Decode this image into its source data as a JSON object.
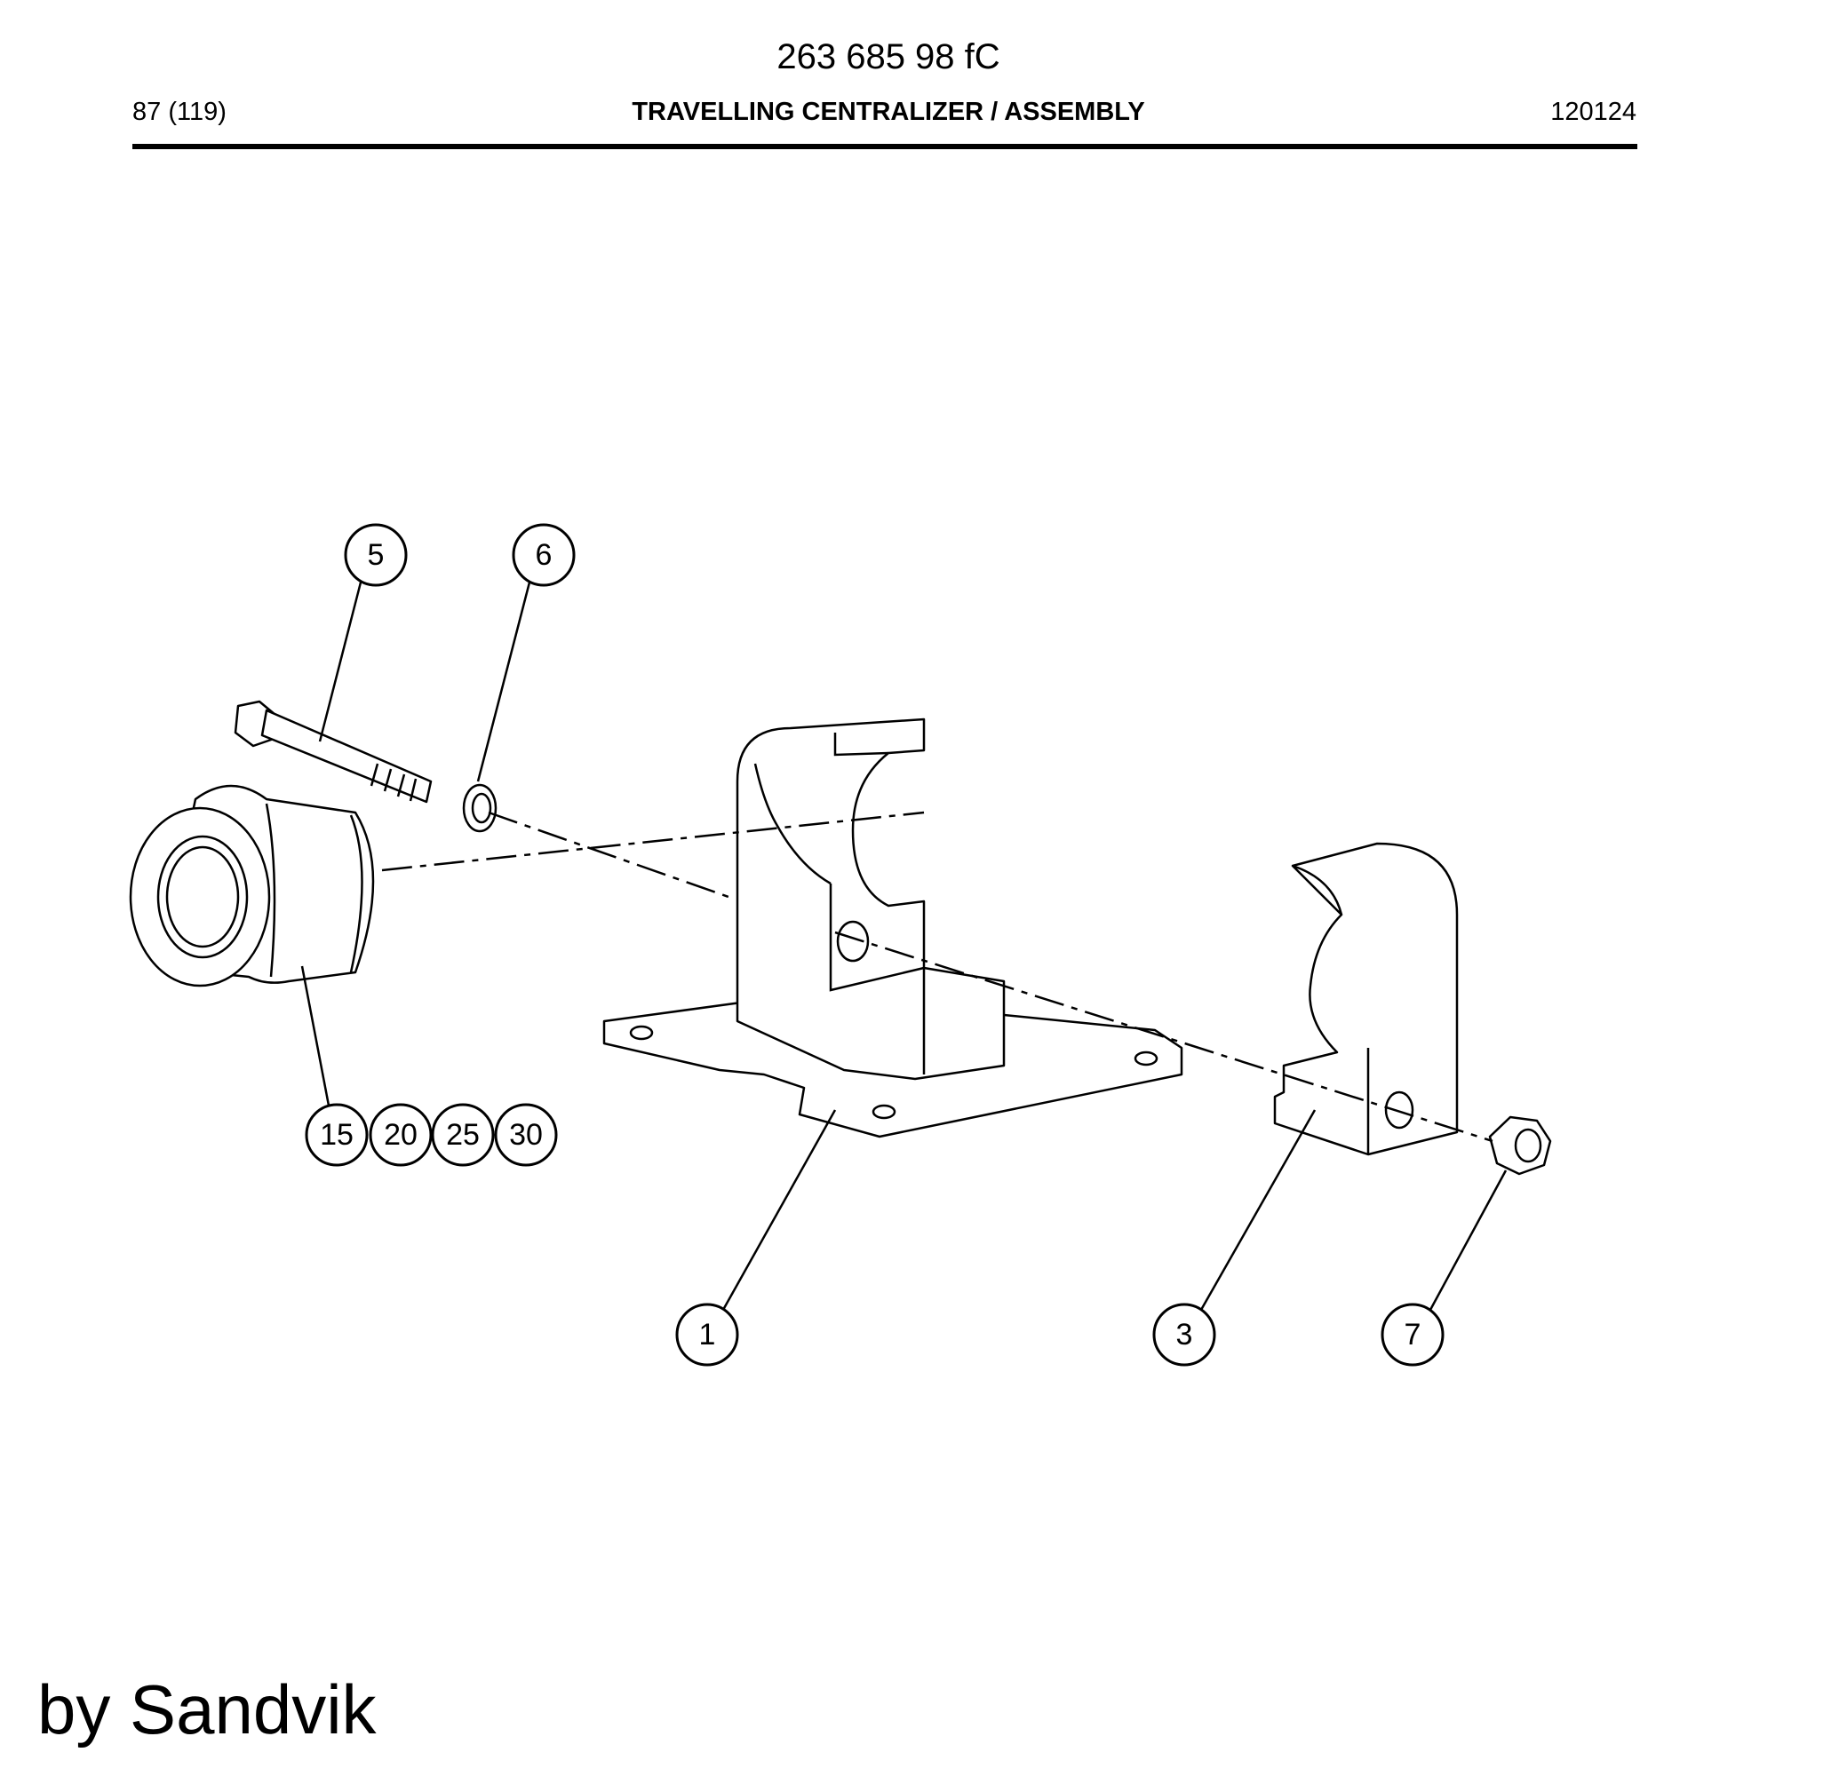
{
  "header": {
    "doc_number": "263 685 98 fC",
    "page": "87 (119)",
    "title": "TRAVELLING CENTRALIZER / ASSEMBLY",
    "date": "120124"
  },
  "diagram": {
    "balloons": [
      {
        "id": "5",
        "label": "5"
      },
      {
        "id": "6",
        "label": "6"
      },
      {
        "id": "15",
        "label": "15"
      },
      {
        "id": "20",
        "label": "20"
      },
      {
        "id": "25",
        "label": "25"
      },
      {
        "id": "30",
        "label": "30"
      },
      {
        "id": "1",
        "label": "1"
      },
      {
        "id": "3",
        "label": "3"
      },
      {
        "id": "7",
        "label": "7"
      }
    ]
  },
  "footer": {
    "credit": "by Sandvik"
  }
}
